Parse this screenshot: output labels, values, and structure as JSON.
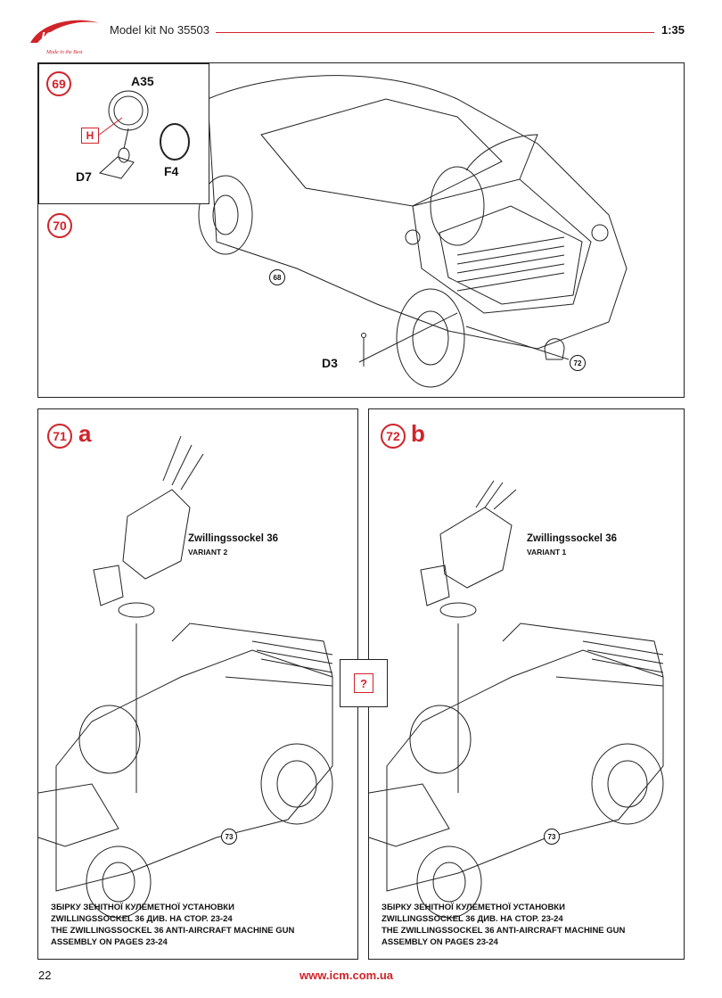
{
  "header": {
    "brand": "ICM",
    "tagline": "Made in the Best",
    "kit_title": "Model kit No 35503",
    "scale": "1:35"
  },
  "step69": {
    "number": "69",
    "parts": [
      "A35",
      "D7",
      "F4"
    ],
    "paint_code": "H"
  },
  "step70": {
    "number": "70",
    "part": "D3",
    "refs": [
      "68",
      "72"
    ]
  },
  "step71": {
    "number": "71",
    "letter": "a",
    "title": "Zwillingssockel 36",
    "subtitle": "VARIANT 2",
    "ref": "73",
    "note_ua_1": "ЗБІРКУ ЗЕНІТНОЇ КУЛЕМЕТНОЇ УСТАНОВКИ",
    "note_ua_2": "ZWILLINGSSOCKEL 36 ДИВ. НА СТОР. 23-24",
    "note_en_1": "THE ZWILLINGSSOCKEL 36 ANTI-AIRCRAFT MACHINE GUN",
    "note_en_2": "ASSEMBLY ON PAGES 23-24"
  },
  "step72": {
    "number": "72",
    "letter": "b",
    "title": "Zwillingssockel 36",
    "subtitle": "VARIANT 1",
    "ref": "73",
    "note_ua_1": "ЗБІРКУ ЗЕНІТНОЇ КУЛЕМЕТНОЇ УСТАНОВКИ",
    "note_ua_2": "ZWILLINGSSOCKEL 36 ДИВ. НА СТОР. 23-24",
    "note_en_1": "THE ZWILLINGSSOCKEL 36 ANTI-AIRCRAFT MACHINE GUN",
    "note_en_2": "ASSEMBLY ON PAGES 23-24"
  },
  "option_mark": "?",
  "footer": {
    "page": "22",
    "website": "www.icm.com.ua"
  },
  "colors": {
    "accent": "#d1232a",
    "line": "#222222"
  }
}
